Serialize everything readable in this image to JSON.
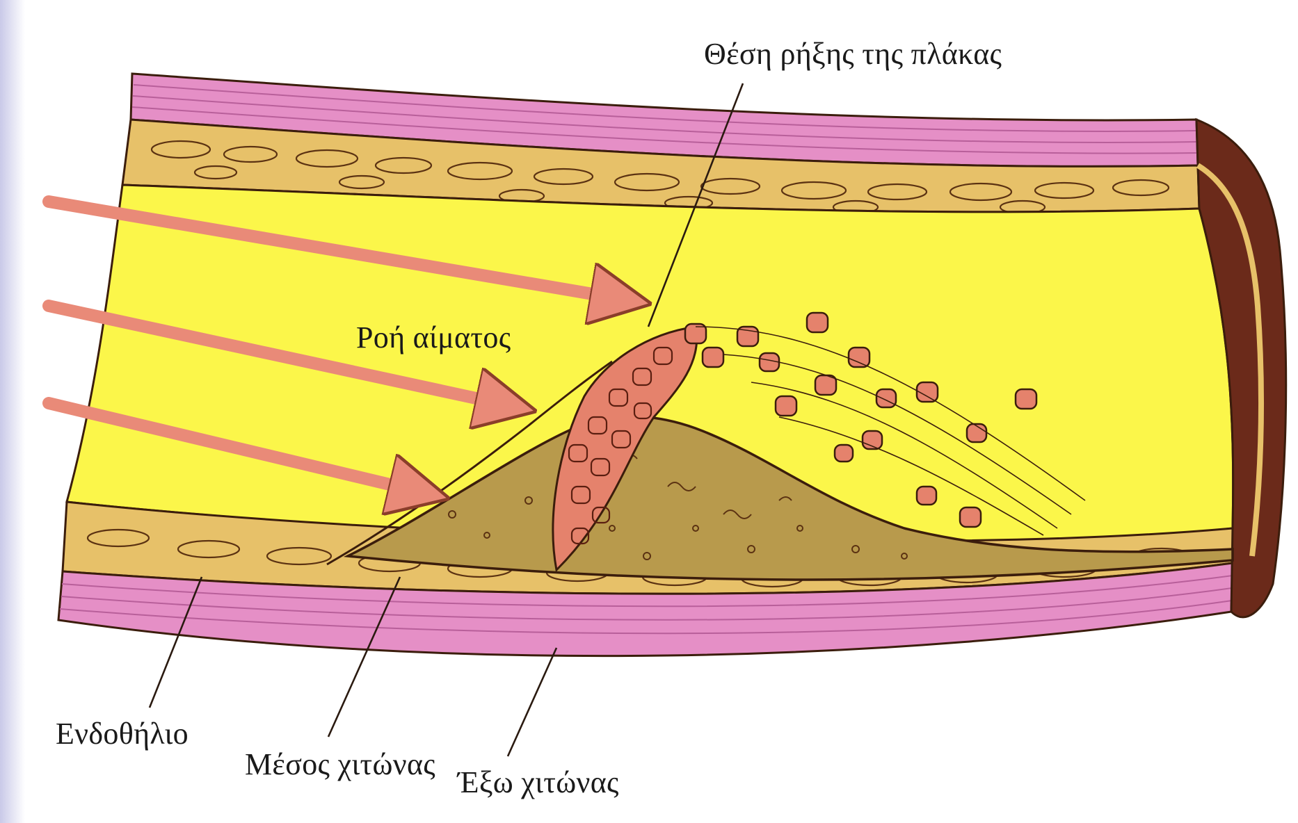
{
  "diagram": {
    "labels": {
      "rupture_site": "Θέση ρήξης της πλάκας",
      "blood_flow": "Ροή αίματος",
      "endothelium": "Ενδοθήλιο",
      "tunica_media": "Μέσος χιτώνας",
      "tunica_externa": "Έξω χιτώνας"
    },
    "colors": {
      "lumen": "#fbf64a",
      "plaque": "#b89a4c",
      "outer_wall": "#e58fc6",
      "media_layer": "#e7c169",
      "arrow": "#e98a78",
      "clot": "#e5826c",
      "outline": "#3b1d0c"
    }
  }
}
